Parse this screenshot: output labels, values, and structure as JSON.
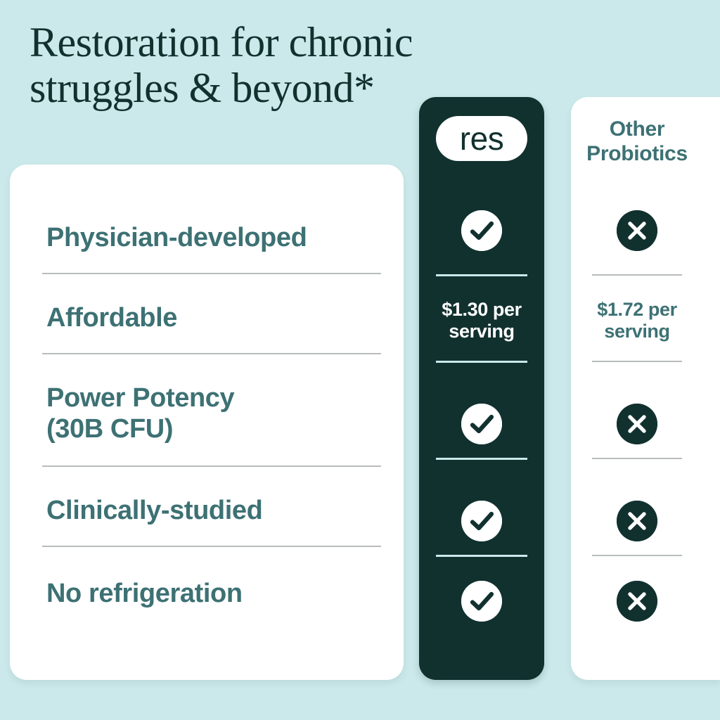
{
  "theme": {
    "background": "#cbe8ea",
    "dark_teal": "#11312f",
    "mid_teal": "#3d7174",
    "card_white": "#ffffff",
    "divider_gray": "#b8bcbd",
    "divider_light": "#cbe8ea"
  },
  "headline": {
    "line1": "Restoration for chronic",
    "line2": "struggles & beyond*"
  },
  "columns": {
    "res": {
      "logo_text": "res",
      "icon": "res-pill-badge"
    },
    "other": {
      "title_line1": "Other",
      "title_line2": "Probiotics"
    }
  },
  "comparison": {
    "rows": [
      {
        "feature": "Physician-developed",
        "feature_line2": "",
        "res": {
          "type": "check",
          "icon": "check-circle-icon",
          "text": ""
        },
        "other": {
          "type": "cross",
          "icon": "x-circle-icon",
          "text": ""
        }
      },
      {
        "feature": "Affordable",
        "feature_line2": "",
        "res": {
          "type": "text",
          "icon": "",
          "text": "$1.30 per",
          "text_line2": "serving"
        },
        "other": {
          "type": "text",
          "icon": "",
          "text": "$1.72 per",
          "text_line2": "serving"
        }
      },
      {
        "feature": "Power Potency",
        "feature_line2": "(30B CFU)",
        "res": {
          "type": "check",
          "icon": "check-circle-icon",
          "text": ""
        },
        "other": {
          "type": "cross",
          "icon": "x-circle-icon",
          "text": ""
        }
      },
      {
        "feature": "Clinically-studied",
        "feature_line2": "",
        "res": {
          "type": "check",
          "icon": "check-circle-icon",
          "text": ""
        },
        "other": {
          "type": "cross",
          "icon": "x-circle-icon",
          "text": ""
        }
      },
      {
        "feature": "No refrigeration",
        "feature_line2": "",
        "res": {
          "type": "check",
          "icon": "check-circle-icon",
          "text": ""
        },
        "other": {
          "type": "cross",
          "icon": "x-circle-icon",
          "text": ""
        }
      }
    ]
  }
}
